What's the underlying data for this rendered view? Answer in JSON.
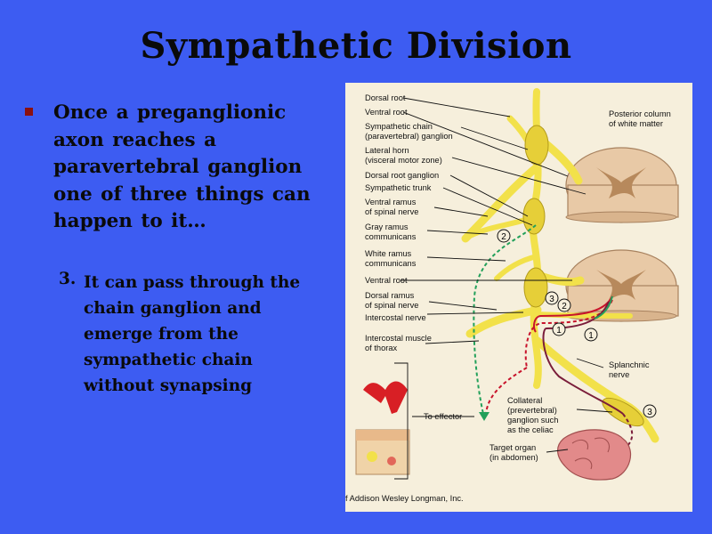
{
  "slide": {
    "title": "Sympathetic Division",
    "bullet": "Once a preganglionic axon reaches a paravertebral ganglion one of three things can happen to it…",
    "sub_number": "3.",
    "sub_text": "It can pass through the chain ganglion and emerge from the sympathetic chain without synapsing"
  },
  "figure": {
    "labels_left": [
      "Dorsal root",
      "Ventral root",
      "Sympathetic chain",
      "(paravertebral) ganglion",
      "Lateral horn",
      "(visceral motor zone)",
      "Dorsal root ganglion",
      "Sympathetic trunk",
      "Ventral ramus",
      "of spinal nerve",
      "Gray ramus",
      "communicans",
      "White ramus",
      "communicans",
      "Ventral root",
      "Dorsal ramus",
      "of spinal nerve",
      "Intercostal nerve",
      "Intercostal muscle",
      "of thorax"
    ],
    "posterior_column": [
      "Posterior column",
      "of white matter"
    ],
    "splanchnic": [
      "Splanchnic",
      "nerve"
    ],
    "collateral": [
      "Collateral",
      "(prevertebral)",
      "ganglion such",
      "as the celiac"
    ],
    "target_organ": [
      "Target organ",
      "(in abdomen)"
    ],
    "to_effector": "To effector",
    "circle_labels": [
      "2",
      "3",
      "2",
      "1",
      "1",
      "3"
    ],
    "credit": "f Addison Wesley Longman, Inc."
  },
  "colors": {
    "background": "#3d5cf2",
    "bullet": "#8b1010",
    "figure_bg": "#f6efdc",
    "nerve_yellow": "#f2e14a",
    "spinal_tan": "#e8c9a6"
  }
}
